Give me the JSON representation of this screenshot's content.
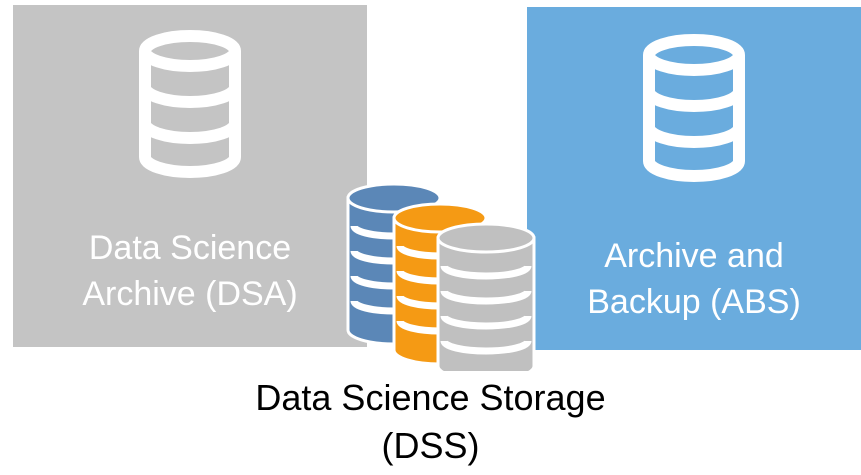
{
  "colors": {
    "dsa_panel": "#c4c4c4",
    "abs_panel": "#6aacde",
    "icon_white": "#ffffff",
    "cylinder_blue": "#5b87b7",
    "cylinder_orange": "#f59a14",
    "cylinder_gray": "#c0c0c0",
    "caption_text": "#000000"
  },
  "panels": {
    "dsa": {
      "icon": "database-icon",
      "label_line1": "Data Science",
      "label_line2": "Archive (DSA)"
    },
    "abs": {
      "icon": "database-icon",
      "label_line1": "Archive and",
      "label_line2": "Backup (ABS)"
    }
  },
  "storage_cluster": {
    "icons": [
      "database-icon-blue",
      "database-icon-orange",
      "database-icon-gray"
    ]
  },
  "caption": {
    "line1": "Data Science Storage",
    "line2": "(DSS)"
  }
}
